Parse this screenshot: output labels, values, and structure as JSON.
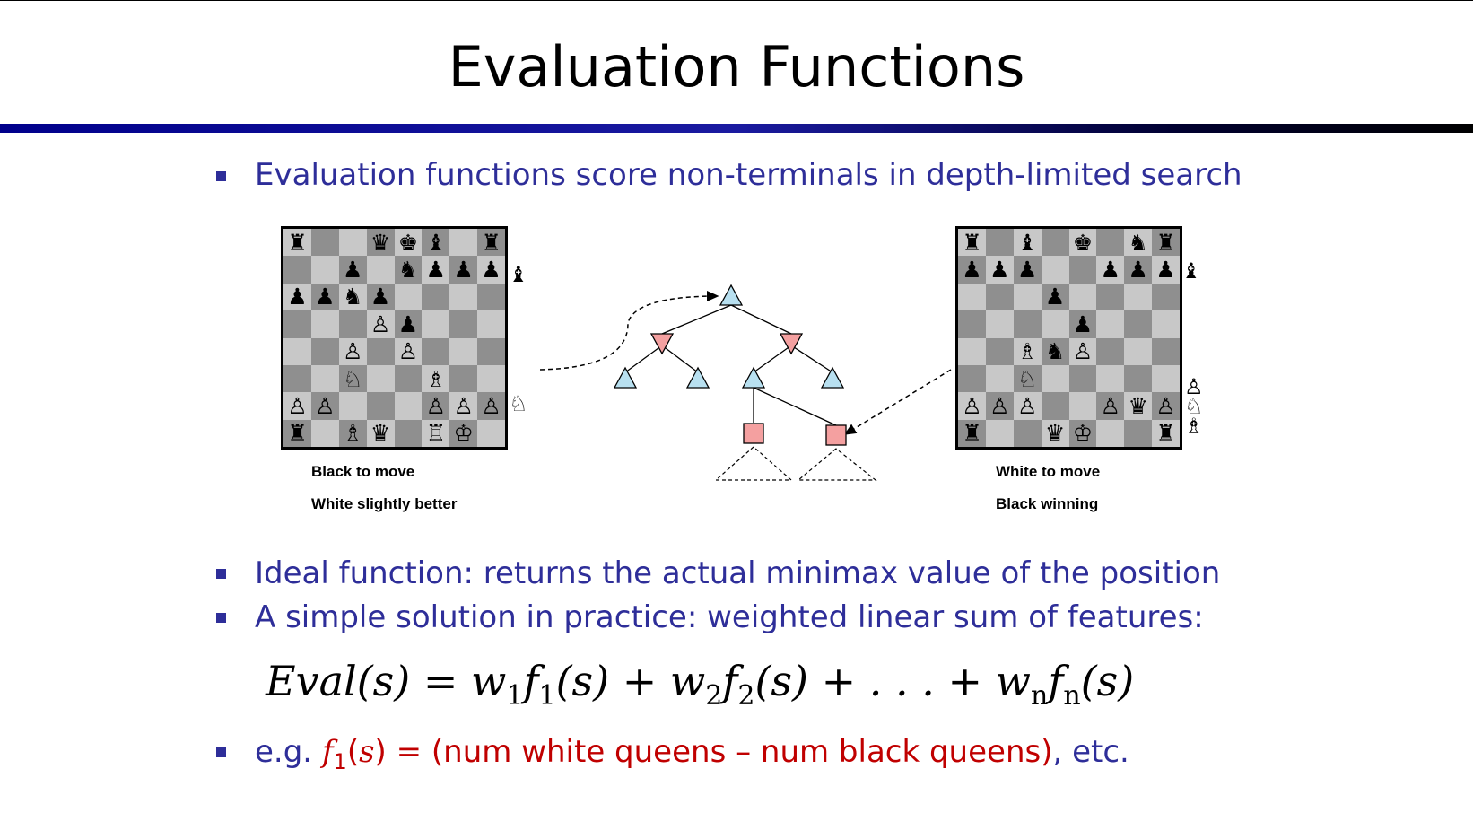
{
  "slide": {
    "title": "Evaluation Functions",
    "bullets": [
      "Evaluation functions score non-terminals in depth-limited search",
      "Ideal function: returns the actual minimax value of the position",
      "A simple solution in practice: weighted linear sum of features:"
    ],
    "formula": {
      "lhs": "Eval(s) = ",
      "w1": "w",
      "s1": "1",
      "f1": "f",
      "fs1": "1",
      "arg1": "(s) + ",
      "w2": "w",
      "s2": "2",
      "f2": "f",
      "fs2": "2",
      "arg2": "(s) + . . . + ",
      "wn": "w",
      "sn": "n",
      "fn": "f",
      "fsn": "n",
      "argn": "(s)"
    },
    "example": {
      "prefix": "e.g.  ",
      "f": "f",
      "sub": "1",
      "open": "(",
      "s": "s",
      "rest": ") = (num white queens – num black queens)",
      "suffix": ", etc."
    }
  },
  "left_position": {
    "caption1": "Black to move",
    "caption2": "White slightly better",
    "rows": [
      [
        "♜",
        "",
        "",
        "♛",
        "♚",
        "♝",
        "",
        "♜"
      ],
      [
        "",
        "",
        "♟",
        "",
        "♞",
        "♟",
        "♟",
        "♟"
      ],
      [
        "♟",
        "♟",
        "♞",
        "♟",
        "",
        "",
        "",
        ""
      ],
      [
        "",
        "",
        "",
        "♙",
        "♟",
        "",
        "",
        ""
      ],
      [
        "",
        "",
        "♙",
        "",
        "♙",
        "",
        "",
        ""
      ],
      [
        "",
        "",
        "♘",
        "",
        "",
        "♗",
        "",
        ""
      ],
      [
        "♙",
        "♙",
        "",
        "",
        "",
        "♙",
        "♙",
        "♙"
      ],
      [
        "♜",
        "",
        "♗",
        "♛",
        "",
        "♖",
        "♔",
        ""
      ]
    ],
    "captured_top": "♝",
    "captured_bottom": "♘"
  },
  "right_position": {
    "caption1": "White to move",
    "caption2": "Black winning",
    "rows": [
      [
        "♜",
        "",
        "♝",
        "",
        "♚",
        "",
        "♞",
        "♜"
      ],
      [
        "♟",
        "♟",
        "♟",
        "",
        "",
        "♟",
        "♟",
        "♟"
      ],
      [
        "",
        "",
        "",
        "♟",
        "",
        "",
        "",
        ""
      ],
      [
        "",
        "",
        "",
        "",
        "♟",
        "",
        "",
        ""
      ],
      [
        "",
        "",
        "♗",
        "♞",
        "♙",
        "",
        "",
        ""
      ],
      [
        "",
        "",
        "♘",
        "",
        "",
        "",
        "",
        ""
      ],
      [
        "♙",
        "♙",
        "♙",
        "",
        "",
        "♙",
        "♛",
        "♙"
      ],
      [
        "♜",
        "",
        "",
        "♛",
        "♔",
        "",
        "",
        "♜"
      ]
    ],
    "captured_top": "♝",
    "captured_bottom": "♙♘♗"
  },
  "colors": {
    "text": "#2e2e99",
    "red": "#c00000",
    "max_node": "#b8e0f0",
    "min_node": "#f4a0a0"
  }
}
